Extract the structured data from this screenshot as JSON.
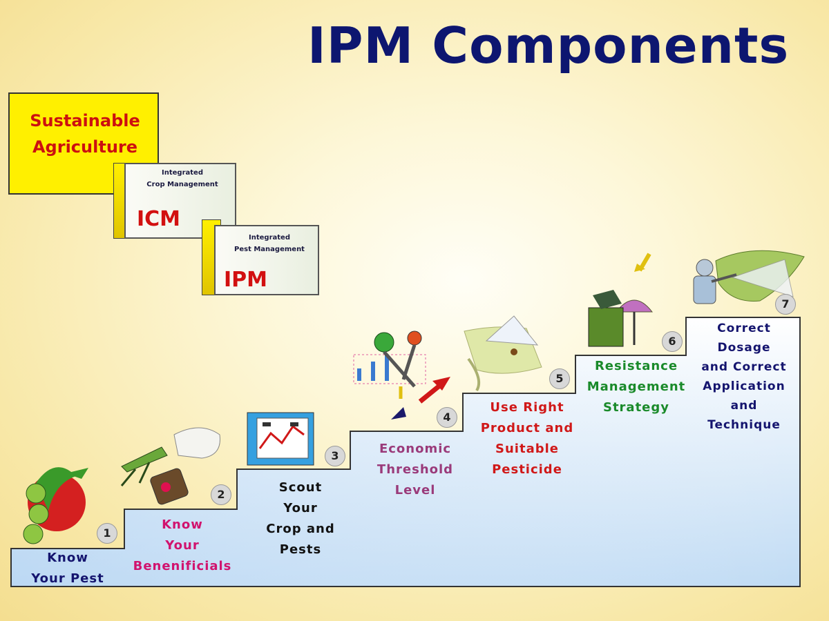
{
  "title": "IPM Components",
  "boxes": {
    "sustainable": {
      "line1": "Sustainable",
      "line2": "Agriculture"
    },
    "icm": {
      "small1": "Integrated",
      "small2": "Crop Management",
      "abbr": "ICM"
    },
    "ipm": {
      "small1": "Integrated",
      "small2": "Pest Management",
      "abbr": "IPM"
    }
  },
  "steps": [
    {
      "number": "1",
      "lines": [
        "Know",
        "Your Pest"
      ],
      "color": "#14146e"
    },
    {
      "number": "2",
      "lines": [
        "Know",
        "Your",
        "Benenificials"
      ],
      "color": "#d1136e"
    },
    {
      "number": "3",
      "lines": [
        "Scout",
        "Your",
        "Crop and",
        "Pests"
      ],
      "color": "#111111"
    },
    {
      "number": "4",
      "lines": [
        "Economic",
        "Threshold",
        "Level"
      ],
      "color": "#9a3a7a"
    },
    {
      "number": "5",
      "lines": [
        "Use Right",
        "Product and",
        "Suitable",
        "Pesticide"
      ],
      "color": "#d01818"
    },
    {
      "number": "6",
      "lines": [
        "Resistance",
        "Management",
        "Strategy"
      ],
      "color": "#1a8a2a"
    },
    {
      "number": "7",
      "lines": [
        "Correct",
        "Dosage",
        "and Correct",
        "Application",
        "and",
        "Technique"
      ],
      "color": "#14146e"
    }
  ],
  "colors": {
    "stair_top": "#ffffff",
    "stair_bottom": "#bcd8f4",
    "title": "#0d1670"
  }
}
